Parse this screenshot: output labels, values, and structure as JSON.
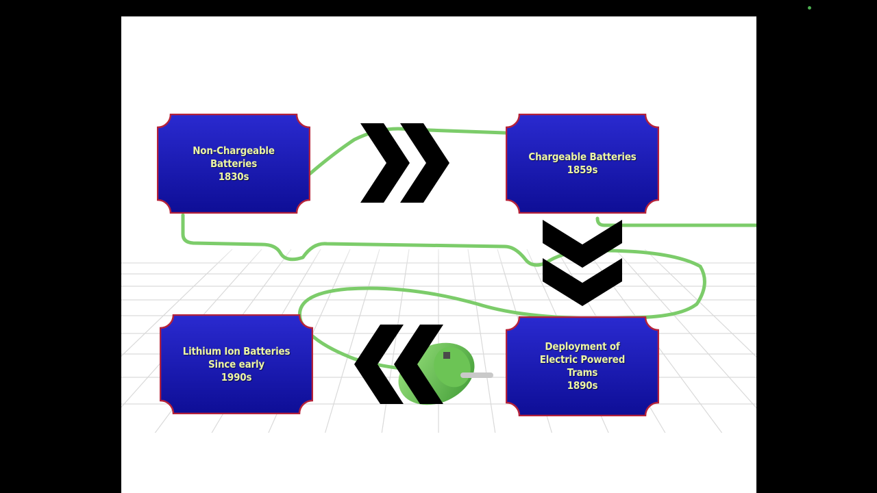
{
  "colors": {
    "box_fill_top": "#2a2ad0",
    "box_fill_bottom": "#0e0e96",
    "box_border": "#b5223a",
    "label_text": "#ecf5a6",
    "cable": "#7ccc6a",
    "arrow": "#000000"
  },
  "stages": [
    {
      "lines": [
        "Non-Chargeable",
        "Batteries",
        "1830s"
      ]
    },
    {
      "lines": [
        "Chargeable Batteries",
        "1859s"
      ]
    },
    {
      "lines": [
        "Deployment of",
        "Electric Powered",
        "Trams",
        "1890s"
      ]
    },
    {
      "lines": [
        "Lithium Ion Batteries",
        "Since early",
        "1990s"
      ]
    }
  ],
  "arrows": [
    {
      "from": 0,
      "to": 1,
      "direction": "right"
    },
    {
      "from": 1,
      "to": 2,
      "direction": "down"
    },
    {
      "from": 2,
      "to": 3,
      "direction": "left"
    }
  ],
  "background_image": "green power cable shaped like a car ending in a plug, on a white grid floor"
}
